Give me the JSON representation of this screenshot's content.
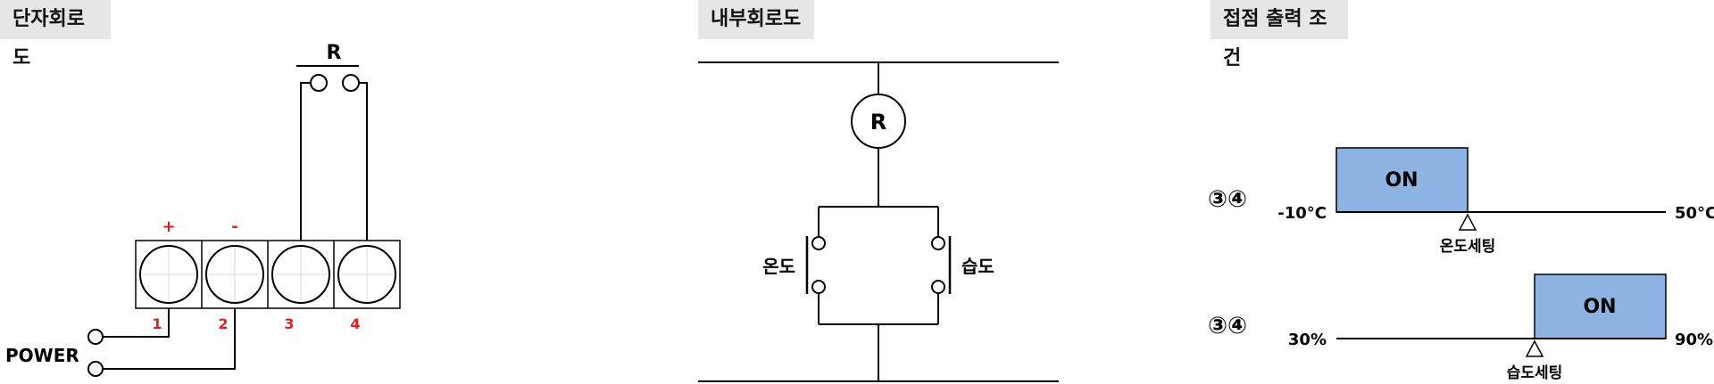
{
  "titles": {
    "terminal": "단자회로도",
    "internal": "내부회로도",
    "condition": "접점 출력 조건"
  },
  "terminal_diagram": {
    "relay_label": "R",
    "plus": "+",
    "minus": "-",
    "terminals": [
      "1",
      "2",
      "3",
      "4"
    ],
    "power_label": "POWER",
    "polarity_color": "#e0201c"
  },
  "internal_diagram": {
    "relay_label": "R",
    "temp_contact_label": "온도",
    "humid_contact_label": "습도"
  },
  "conditions": {
    "on_fill": "#8eb4e3",
    "rows": [
      {
        "terminals": "③④",
        "left_label": "-10°C",
        "right_label": "50°C",
        "on_label": "ON",
        "setting_label": "온도세팅",
        "on_side": "left"
      },
      {
        "terminals": "③④",
        "left_label": "30%",
        "right_label": "90%",
        "on_label": "ON",
        "setting_label": "습도세팅",
        "on_side": "right"
      }
    ]
  }
}
